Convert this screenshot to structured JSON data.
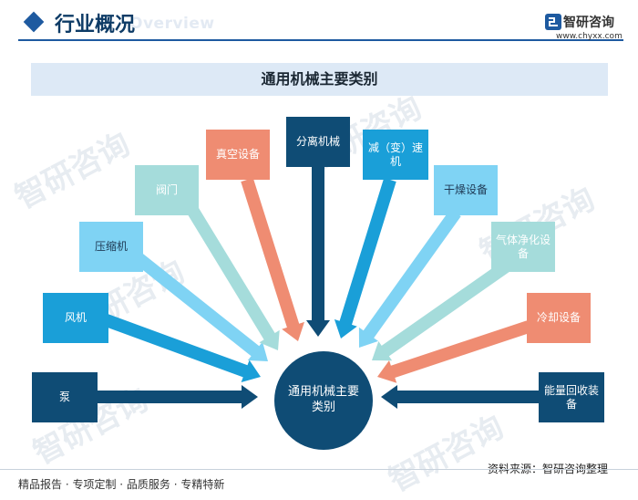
{
  "header": {
    "title": "行业概况",
    "subtitle": "Overview"
  },
  "brand": {
    "name": "智研咨询",
    "url": "www.chyxx.com"
  },
  "diagram": {
    "title": "通用机械主要类别",
    "center": "通用机械主要类别",
    "categories": [
      {
        "label": "泵",
        "color": "#0f4c75"
      },
      {
        "label": "风机",
        "color": "#1a9fd8"
      },
      {
        "label": "压缩机",
        "color": "#7fd3f4"
      },
      {
        "label": "阀门",
        "color": "#a5dcdb"
      },
      {
        "label": "真空设备",
        "color": "#ef8c72"
      },
      {
        "label": "分离机械",
        "color": "#0f4c75"
      },
      {
        "label": "减（变）速机",
        "color": "#1a9fd8"
      },
      {
        "label": "干燥设备",
        "color": "#7fd3f4"
      },
      {
        "label": "气体净化设备",
        "color": "#a5dcdb"
      },
      {
        "label": "冷却设备",
        "color": "#ef8c72"
      },
      {
        "label": "能量回收装备",
        "color": "#0f4c75"
      }
    ]
  },
  "watermark": {
    "text": "智研咨询"
  },
  "footer": {
    "tagline": "精品报告 · 专项定制 · 品质服务 · 专精特新",
    "source": "资料来源：智研咨询整理"
  }
}
